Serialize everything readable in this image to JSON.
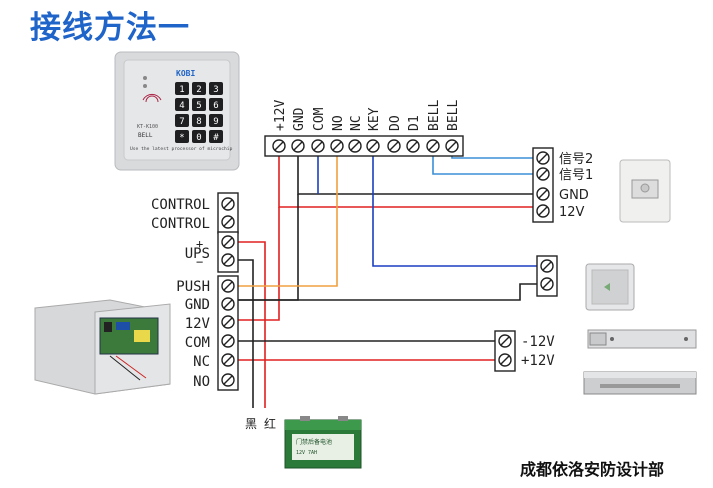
{
  "title": "接线方法一",
  "footer": "成都依洛安防设计部",
  "keypad": {
    "brand": "KOBI",
    "keys": [
      "1",
      "2",
      "3",
      "4",
      "5",
      "6",
      "7",
      "8",
      "9",
      "*",
      "0",
      "#"
    ],
    "model": "KT-K100",
    "bell": "BELL",
    "caption": "Use the latest processor of microchip"
  },
  "top_terminal": [
    "+12V",
    "GND",
    "COM",
    "NO",
    "NC",
    "KEY",
    "DO",
    "D1",
    "BELL",
    "BELL"
  ],
  "left_terminal": [
    "CONTROL",
    "CONTROL",
    "UPS",
    "PUSH",
    "GND",
    "12V",
    "COM",
    "NC",
    "NO"
  ],
  "ups_signs": [
    "+",
    "−"
  ],
  "bell_terminal": [
    "信号2",
    "信号1",
    "GND",
    "12V"
  ],
  "lock_terminal": [
    "-12V",
    "+12V"
  ],
  "battery": {
    "wire_labels": [
      "黑",
      "红"
    ],
    "label_top": "门禁后备电池",
    "label_model": "12V 7AH"
  },
  "colors": {
    "title": "#1f64c8",
    "red": "#e02020",
    "black": "#222222",
    "blue": "#1a3fc0",
    "lightblue": "#3a8fd8",
    "orange": "#f0a040"
  }
}
